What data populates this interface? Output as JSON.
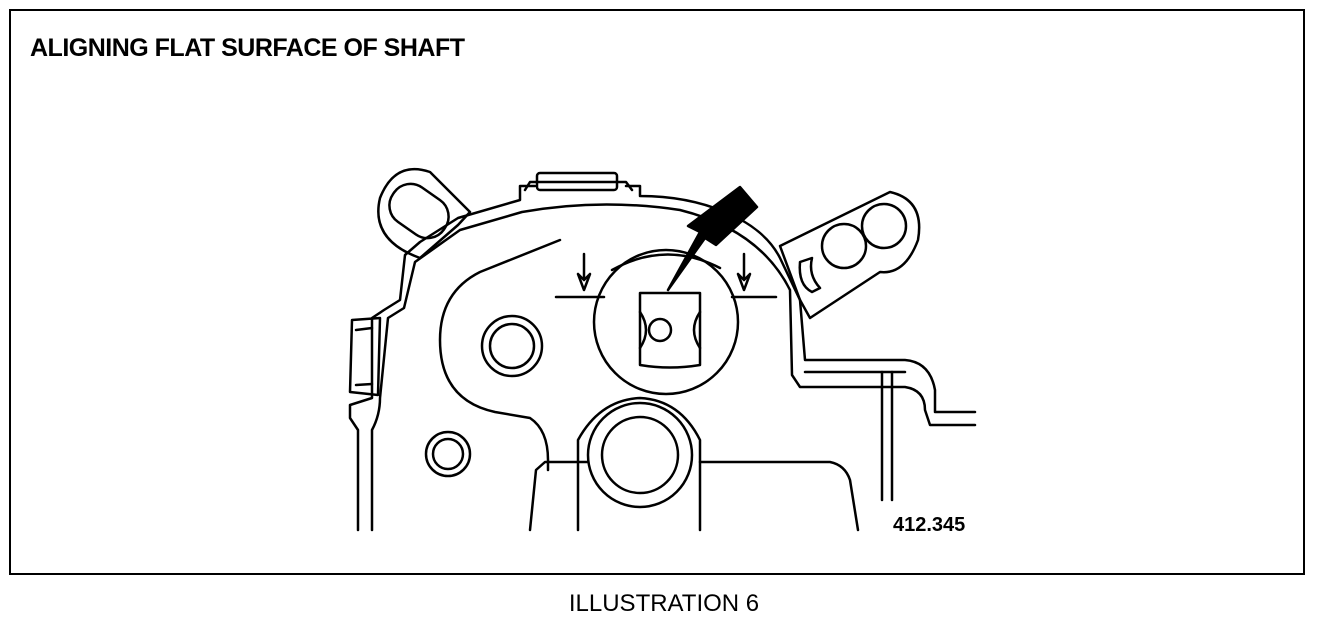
{
  "figure": {
    "title": "ALIGNING FLAT SURFACE OF SHAFT",
    "part_number": "412.345",
    "caption": "ILLUSTRATION 6"
  }
}
